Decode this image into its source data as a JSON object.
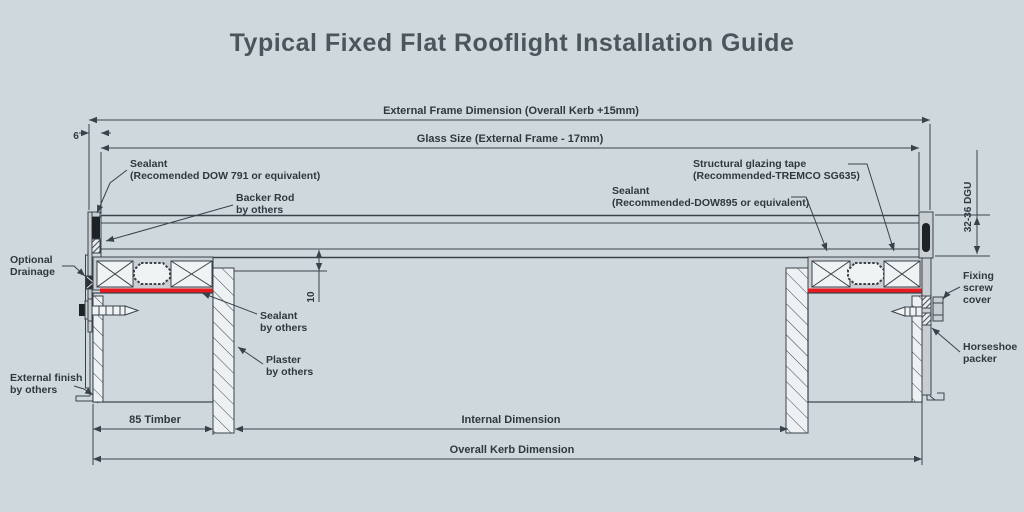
{
  "title": "Typical Fixed Flat Rooflight Installation Guide",
  "dimensions": {
    "external_frame": "External Frame Dimension (Overall Kerb +15mm)",
    "glass_size": "Glass Size (External Frame - 17mm)",
    "edge_gap": "6",
    "dgu_thickness": "32-36 DGU",
    "glass_upstand_gap": "10",
    "timber": "85 Timber",
    "internal": "Internal Dimension",
    "overall_kerb": "Overall Kerb Dimension"
  },
  "callouts": {
    "sealant_outer": {
      "line1": "Sealant",
      "line2": "(Recomended DOW 791 or equivalent)"
    },
    "backer_rod": {
      "line1": "Backer Rod",
      "line2": "by others"
    },
    "glazing_tape": {
      "line1": "Structural glazing tape",
      "line2": "(Recommended-TREMCO SG635)"
    },
    "sealant_inner": {
      "line1": "Sealant",
      "line2": "(Recommended-DOW895 or equivalent)"
    },
    "optional_drainage": {
      "line1": "Optional",
      "line2": "Drainage"
    },
    "external_finish": {
      "line1": "External finish",
      "line2": "by others"
    },
    "sealant_by_others": {
      "line1": "Sealant",
      "line2": "by others"
    },
    "plaster_by_others": {
      "line1": "Plaster",
      "line2": "by others"
    },
    "fixing_screw_cover": {
      "line1": "Fixing",
      "line2": "screw",
      "line3": "cover"
    },
    "horseshoe_packer": {
      "line1": "Horseshoe",
      "line2": "packer"
    }
  },
  "colors": {
    "background": "#cfd9dd",
    "line": "#39424a",
    "ink": "#2f383e",
    "title_ink": "#4a555c",
    "sealant_red": "#e8191f",
    "aluminum": "#c9ced2"
  }
}
